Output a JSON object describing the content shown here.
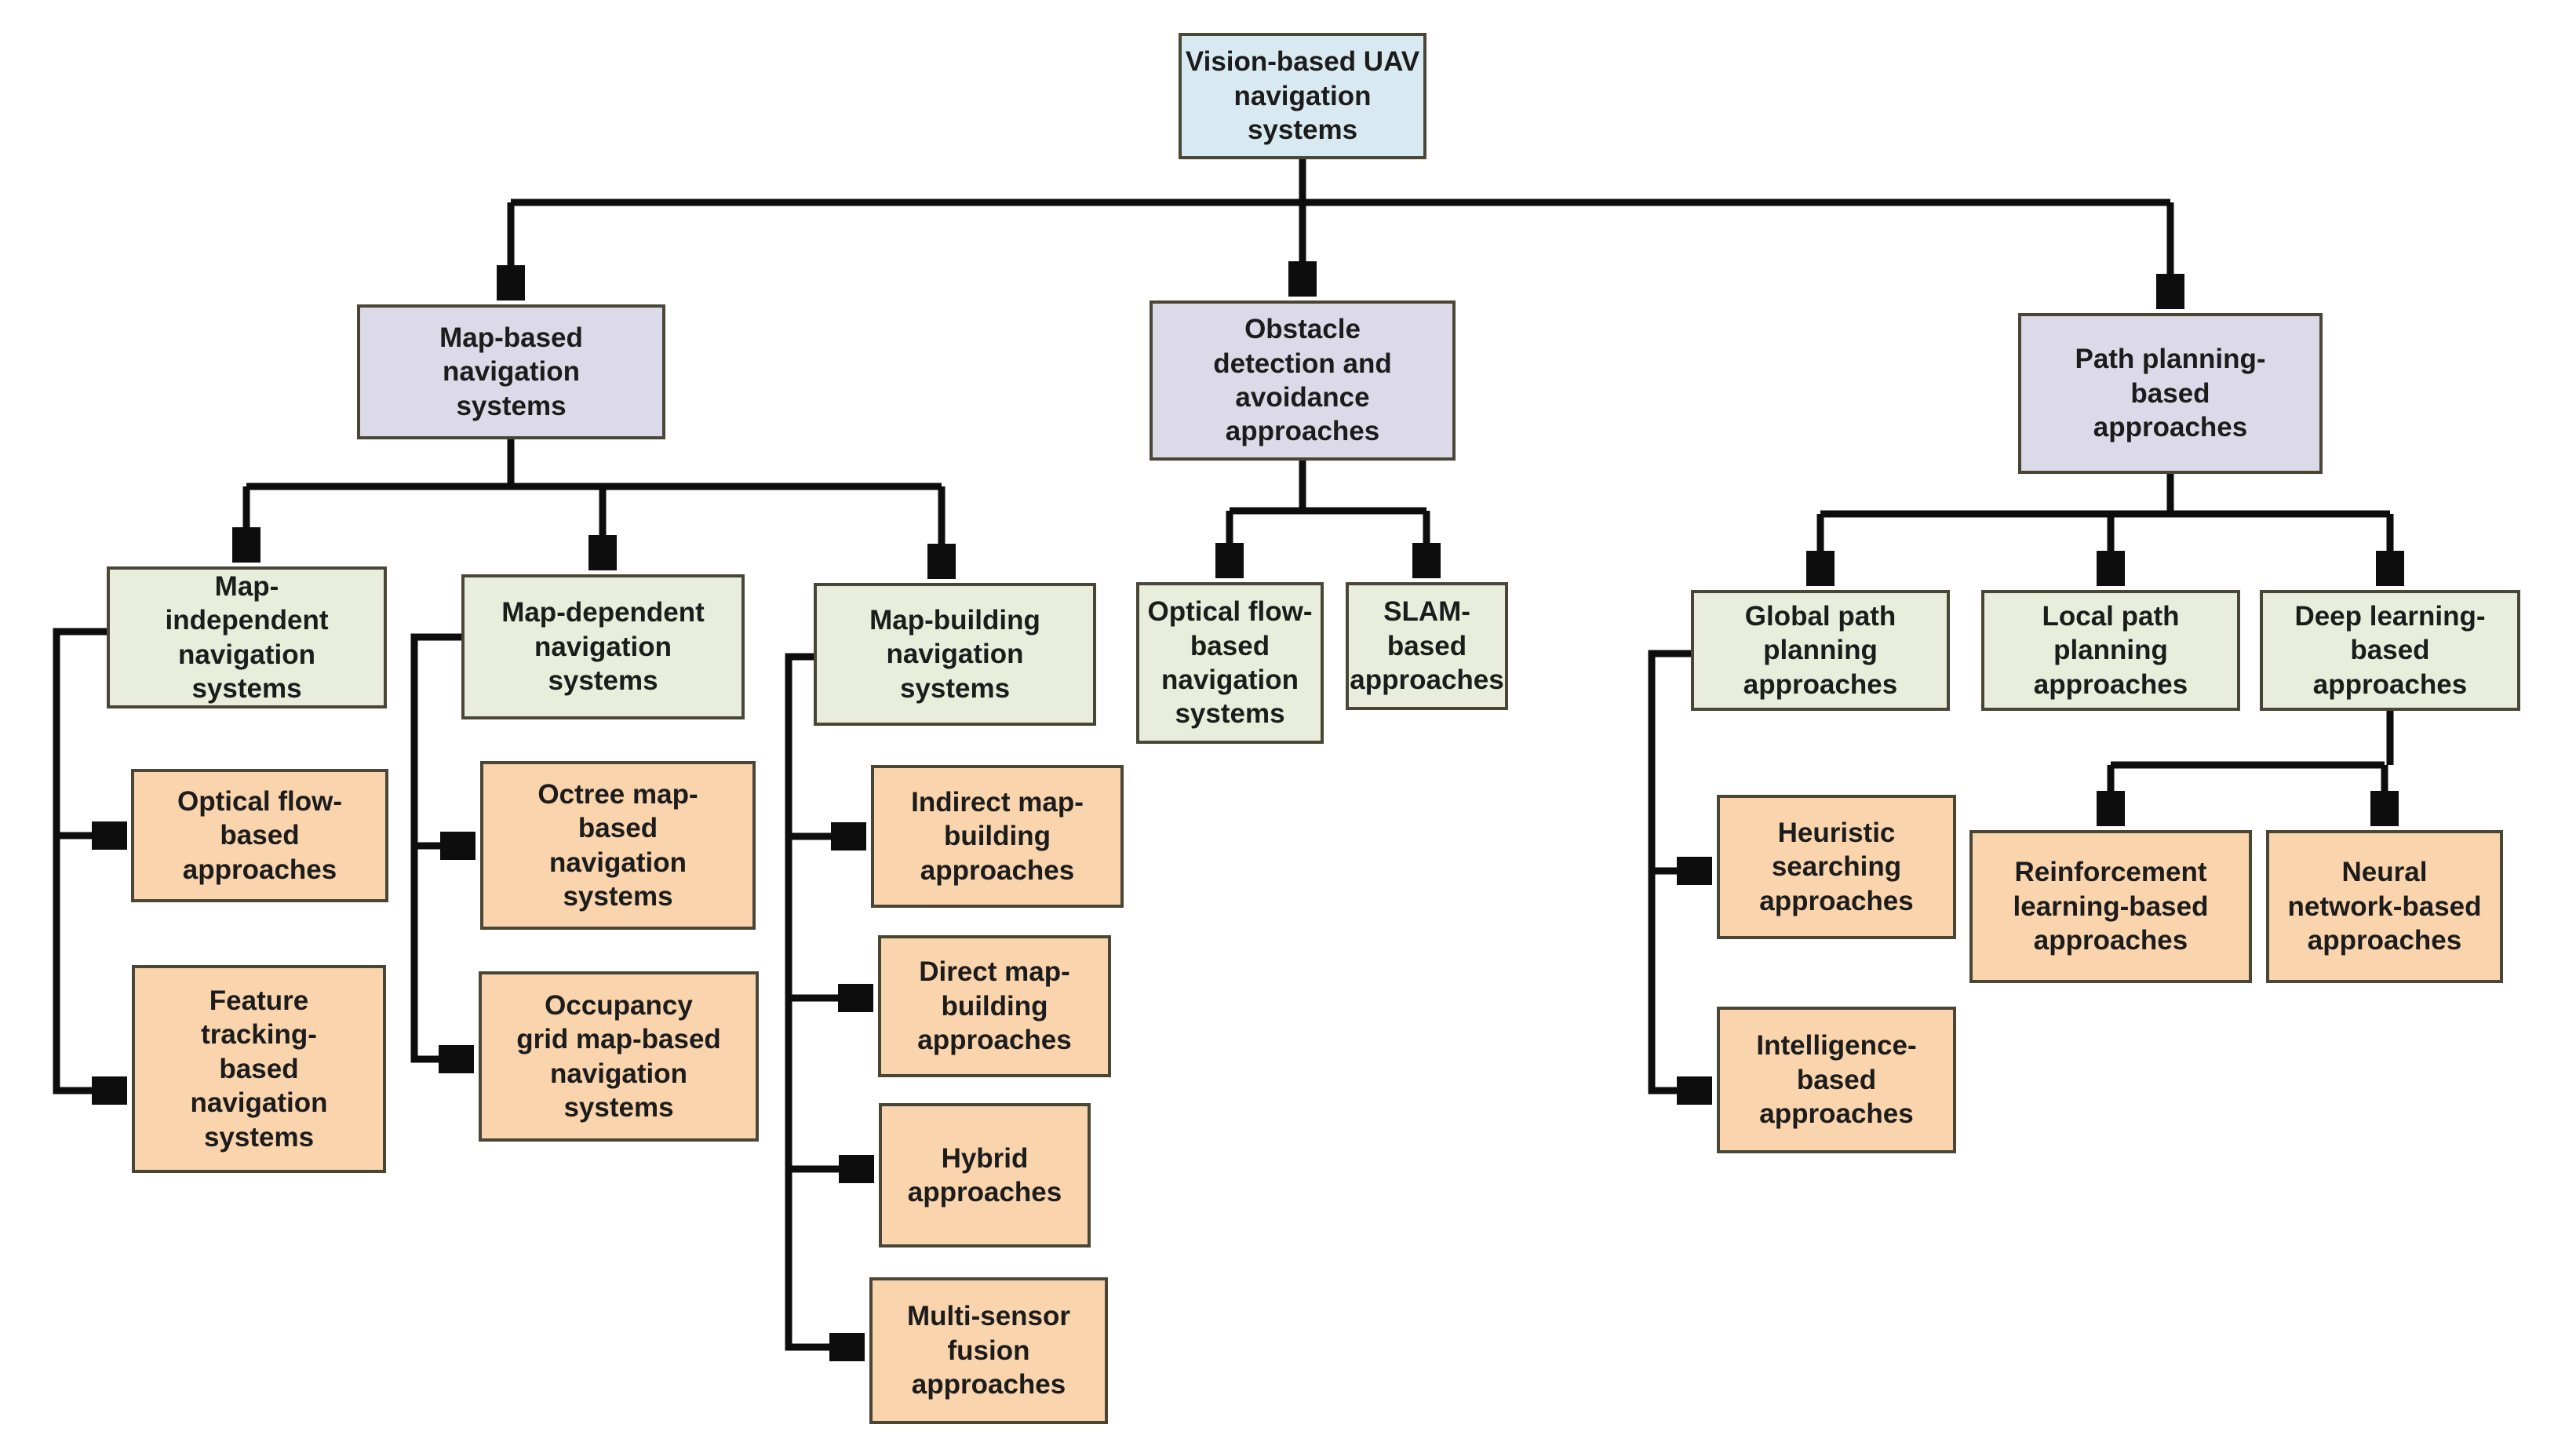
{
  "diagram_title": "Vision-based UAV navigation systems",
  "colors": {
    "root_fill": "#d9e9f1",
    "level2_fill": "#dcd9e8",
    "level3_fill": "#e8eedb",
    "level4_fill": "#f9d4ac",
    "box_border": "#4a4636",
    "connector_line": "#0d0d0d",
    "text": "#1c1c1c",
    "background": "#ffffff"
  },
  "nodes": {
    "root": {
      "label": "Vision-based UAV\nnavigation\nsystems",
      "level": 1
    },
    "map_based": {
      "label": "Map-based\nnavigation\nsystems",
      "level": 2,
      "parent": "root"
    },
    "obstacle": {
      "label": "Obstacle\ndetection and\navoidance\napproaches",
      "level": 2,
      "parent": "root"
    },
    "path_planning": {
      "label": "Path planning-\nbased\napproaches",
      "level": 2,
      "parent": "root"
    },
    "map_independent": {
      "label": "Map-\nindependent\nnavigation\nsystems",
      "level": 3,
      "parent": "map_based"
    },
    "map_dependent": {
      "label": "Map-dependent\nnavigation\nsystems",
      "level": 3,
      "parent": "map_based"
    },
    "map_building": {
      "label": "Map-building\nnavigation\nsystems",
      "level": 3,
      "parent": "map_based"
    },
    "optical_flow_nav": {
      "label": "Optical flow-\nbased\nnavigation\nsystems",
      "level": 3,
      "parent": "obstacle"
    },
    "slam": {
      "label": "SLAM-\nbased\napproaches",
      "level": 3,
      "parent": "obstacle"
    },
    "global_path": {
      "label": "Global path\nplanning\napproaches",
      "level": 3,
      "parent": "path_planning"
    },
    "local_path": {
      "label": "Local path\nplanning\napproaches",
      "level": 3,
      "parent": "path_planning"
    },
    "deep_learning": {
      "label": "Deep learning-\nbased\napproaches",
      "level": 3,
      "parent": "path_planning"
    },
    "optical_flow_app": {
      "label": "Optical flow-\nbased\napproaches",
      "level": 4,
      "parent": "map_independent"
    },
    "feature_tracking": {
      "label": "Feature\ntracking-\nbased\nnavigation\nsystems",
      "level": 4,
      "parent": "map_independent"
    },
    "octree": {
      "label": "Octree map-\nbased\nnavigation\nsystems",
      "level": 4,
      "parent": "map_dependent"
    },
    "occupancy": {
      "label": "Occupancy\ngrid map-based\nnavigation\nsystems",
      "level": 4,
      "parent": "map_dependent"
    },
    "indirect": {
      "label": "Indirect map-\nbuilding\napproaches",
      "level": 4,
      "parent": "map_building"
    },
    "direct": {
      "label": "Direct map-\nbuilding\napproaches",
      "level": 4,
      "parent": "map_building"
    },
    "hybrid": {
      "label": "Hybrid\napproaches",
      "level": 4,
      "parent": "map_building"
    },
    "multi_sensor": {
      "label": "Multi-sensor\nfusion\napproaches",
      "level": 4,
      "parent": "map_building"
    },
    "heuristic": {
      "label": "Heuristic\nsearching\napproaches",
      "level": 4,
      "parent": "global_path"
    },
    "intelligence": {
      "label": "Intelligence-\nbased\napproaches",
      "level": 4,
      "parent": "global_path"
    },
    "reinforcement": {
      "label": "Reinforcement\nlearning-based\napproaches",
      "level": 4,
      "parent": "deep_learning"
    },
    "neural": {
      "label": "Neural\nnetwork-based\napproaches",
      "level": 4,
      "parent": "deep_learning"
    }
  }
}
